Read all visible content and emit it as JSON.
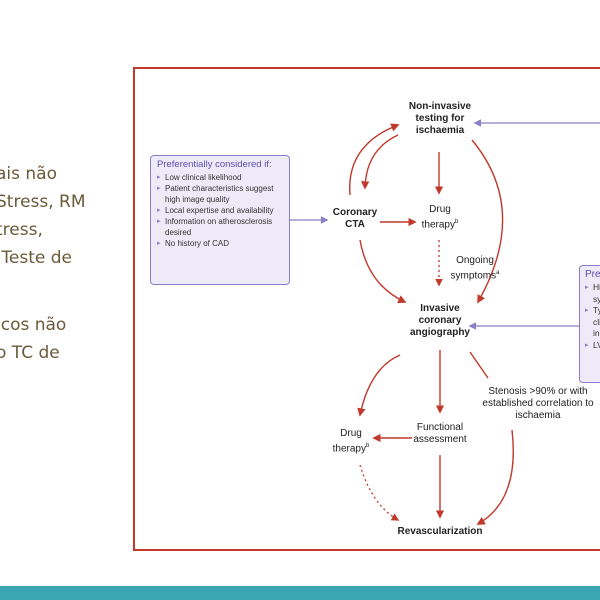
{
  "slide_text": {
    "lines": [
      "ais não",
      "Stress, RM",
      "tress,",
      ".Teste de",
      "",
      "icos não",
      "o TC de"
    ]
  },
  "figure": {
    "left_box": {
      "title": "Preferentially considered if:",
      "items": [
        "Low clinical likelihood",
        "Patient characteristics suggest high image quality",
        "Local expertise and availability",
        "Information on atherosclerosis desired",
        "No history of CAD"
      ]
    },
    "right_box": {
      "title": "Pre",
      "items": [
        {
          "text": "Hi",
          "bullet": true
        },
        {
          "text": "sy",
          "bullet": false
        },
        {
          "text": "Ty",
          "bullet": true
        },
        {
          "text": "cli",
          "bullet": false
        },
        {
          "text": "inc",
          "bullet": false
        },
        {
          "text": "LV",
          "bullet": true
        }
      ]
    },
    "nodes": {
      "non_invasive": "Non-invasive testing for ischaemia",
      "coronary_cta": "Coronary CTA",
      "drug_therapy_top": "Drug therapy",
      "drug_therapy_top_sup": "b",
      "ongoing_symptoms": "Ongoing symptoms",
      "ongoing_symptoms_sup": "a",
      "invasive": "Invasive coronary angiography",
      "drug_therapy_bottom": "Drug therapy",
      "drug_therapy_bottom_sup": "b",
      "functional": "Functional assessment",
      "stenosis": "Stenosis >90% or with established correlation to ischaemia",
      "revascularization": "Revascularization"
    },
    "colors": {
      "arrow_red": "#c0392b",
      "arrow_purple": "#8a7fc9",
      "frame": "#c0392b",
      "box_fill": "#efeaf7",
      "slide_text": "#6b5a3a",
      "bottom_bar": "#3aa6b2"
    }
  }
}
